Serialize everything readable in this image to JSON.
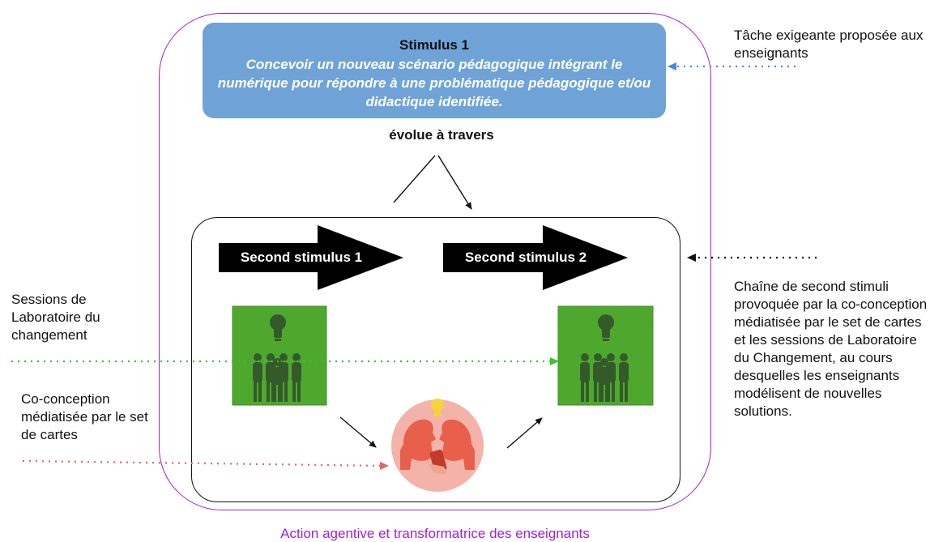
{
  "stimulus1": {
    "title": "Stimulus 1",
    "description": "Concevoir un nouveau scénario pédagogique intégrant le numérique pour répondre à une problématique pédagogique et/ou didactique identifiée."
  },
  "evolve_label": "évolue à travers",
  "second_stimuli": [
    {
      "label": "Second stimulus 1"
    },
    {
      "label": "Second stimulus 2"
    }
  ],
  "annotations": {
    "task": "Tâche exigeante proposée aux enseignants",
    "sessions": "Sessions de Laboratoire du changement",
    "coconception": "Co-conception médiatisée par le set de cartes",
    "chain": "Chaîne de second stimuli provoquée par la co-conception médiatisée par le set de cartes et les sessions de Laboratoire du Changement, au cours desquelles les enseignants modélisent de nouvelles solutions."
  },
  "caption": "Action agentive et transformatrice des enseignants",
  "colors": {
    "outer_frame": "#a020d8",
    "stimulus_box": "#6fa3d8",
    "green_card": "#4ea82e",
    "pink_circle": "#f4b3a8",
    "blue_dots": "#4a86e8",
    "green_dots": "#3cbf3c",
    "red_dots": "#e06666"
  },
  "icons": [
    "lightbulb-icon",
    "people-group-icon",
    "two-heads-phone-icon"
  ]
}
